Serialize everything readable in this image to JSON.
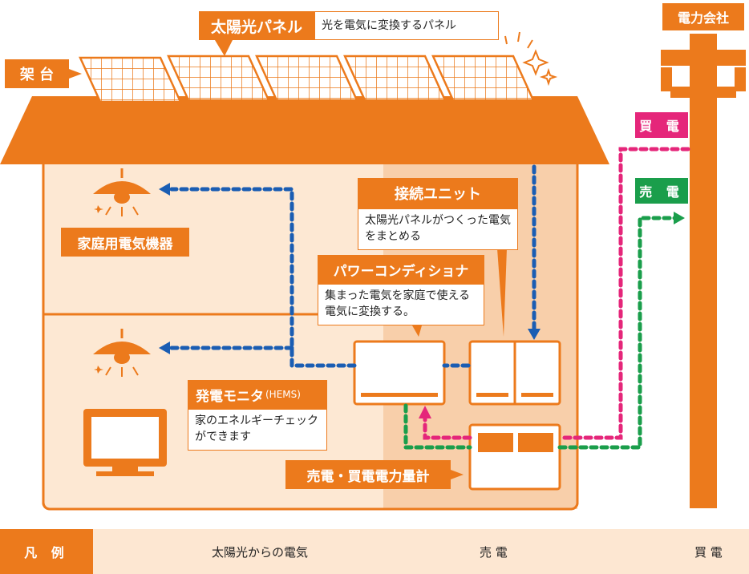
{
  "labels": {
    "solar_panel": "太陽光パネル",
    "solar_panel_desc": "光を電気に変換するパネル",
    "mount": "架 台",
    "power_company": "電力会社",
    "buy": "買 電",
    "sell": "売 電",
    "home_appliances": "家庭用電気機器",
    "junction_unit": "接続ユニット",
    "junction_unit_desc": "太陽光パネルがつくった電気をまとめる",
    "power_conditioner": "パワーコンディショナ",
    "power_conditioner_desc": "集まった電気を家庭で使える電気に変換する。",
    "monitor": "発電モニタ",
    "monitor_sub": "(HEMS)",
    "monitor_desc": "家のエネルギーチェックができます",
    "meter": "売電・買電電力量計"
  },
  "legend": {
    "title": "凡 例",
    "solar_flow": "太陽光からの電気",
    "sell_flow": "売 電",
    "buy_flow": "買 電"
  },
  "colors": {
    "orange": "#ec7a1c",
    "solar_flow": "#1a5db3",
    "sell_flow": "#1a9e4b",
    "buy_flow": "#e5267a"
  }
}
